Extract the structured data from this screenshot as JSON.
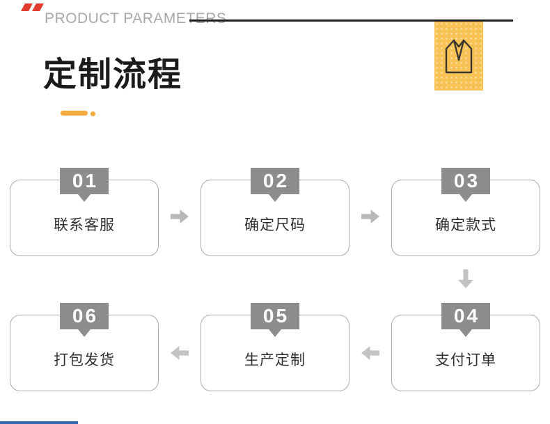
{
  "header": {
    "eyebrow": "PRODUCT PARAMETERS",
    "title": "定制流程"
  },
  "flow": {
    "steps": [
      {
        "num": "01",
        "label": "联系客服"
      },
      {
        "num": "02",
        "label": "确定尺码"
      },
      {
        "num": "03",
        "label": "确定款式"
      },
      {
        "num": "04",
        "label": "支付订单"
      },
      {
        "num": "05",
        "label": "生产定制"
      },
      {
        "num": "06",
        "label": "打包发货"
      }
    ],
    "row1_order": [
      "01",
      "02",
      "03"
    ],
    "row2_order": [
      "06",
      "05",
      "04"
    ]
  },
  "colors": {
    "accent_yellow": "#f6a93d",
    "icon_tile_yellow": "#f8c355",
    "badge_gray": "#8d8d8d",
    "arrow_gray": "#bdbdbd",
    "box_border_gray": "#ababab",
    "header_line_black": "#1d1d1d",
    "eyebrow_gray": "#a8a8a8",
    "red_mark_red": "#e23c2e",
    "bottom_bar_blue": "#3569b1"
  },
  "icons": {
    "tile_icon": "vest-outline-icon",
    "flow_arrows": [
      "right-block-arrow",
      "down-block-arrow",
      "left-block-arrow"
    ]
  }
}
